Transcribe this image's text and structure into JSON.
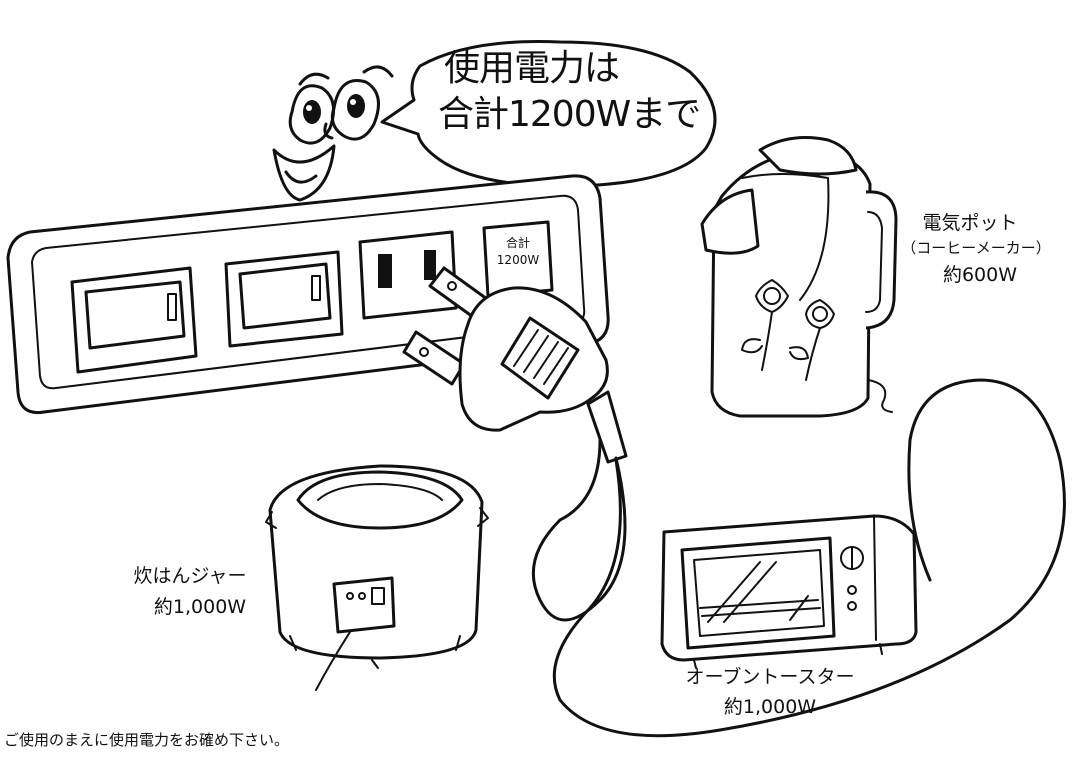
{
  "speech_bubble": {
    "line1": "使用電力は",
    "line2": "合計1200Wまで"
  },
  "power_strip": {
    "badge_line1": "合計",
    "badge_line2": "1200W"
  },
  "appliances": {
    "pot": {
      "name": "電気ポット",
      "alt": "（コーヒーメーカー）",
      "power": "約600W"
    },
    "rice_cooker": {
      "name": "炊はんジャー",
      "power": "約1,000W"
    },
    "toaster": {
      "name": "オーブントースター",
      "power": "約1,000W"
    }
  },
  "footer_note": "ご使用のまえに使用電力をお確め下さい。"
}
